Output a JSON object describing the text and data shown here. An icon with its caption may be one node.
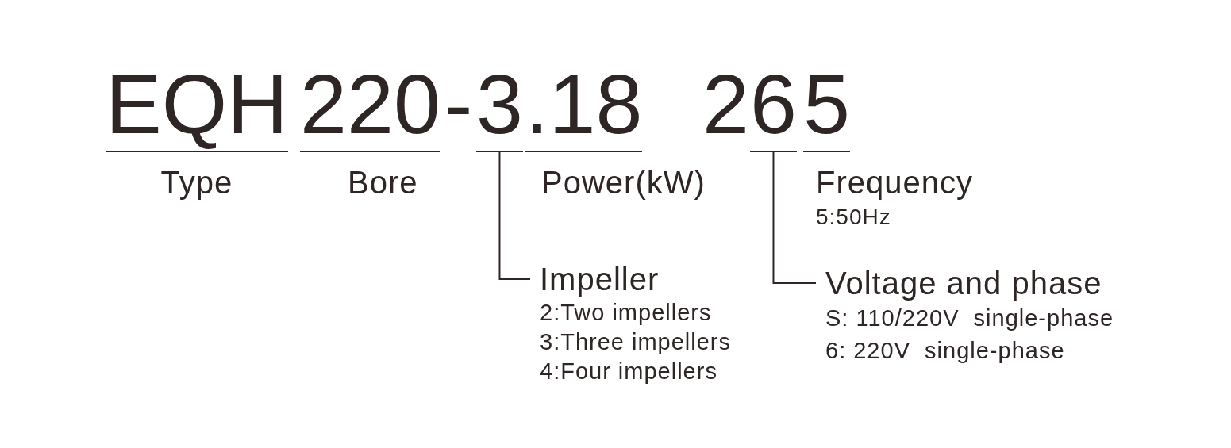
{
  "diagram": {
    "nodes": [
      {
        "text": [
          "EQH"
        ],
        "beside": [
          "Type"
        ]
      },
      {
        "text": [
          "220"
        ],
        "beside": [
          "Bore"
        ]
      },
      {
        "text": [
          "3"
        ]
      },
      {
        "text": [
          ".18"
        ],
        "beside": [
          "Power(kW)"
        ]
      },
      {
        "text": [
          "6"
        ]
      },
      {
        "text": [
          "5"
        ],
        "beside": [
          "Frequency",
          "5:50Hz"
        ]
      },
      {
        "text": [
          "Impeller",
          "2:Two impellers",
          "3:Three impellers",
          "4:Four impellers"
        ]
      },
      {
        "text": [
          "Voltage and phase",
          "S: 110/220V  single-phase",
          "6: 220V  single-phase"
        ]
      }
    ],
    "edges": [
      {
        "from": 2,
        "to": 6,
        "arrow": "none"
      },
      {
        "from": 4,
        "to": 7,
        "arrow": "none"
      }
    ],
    "labels": [
      "-",
      "2"
    ]
  }
}
